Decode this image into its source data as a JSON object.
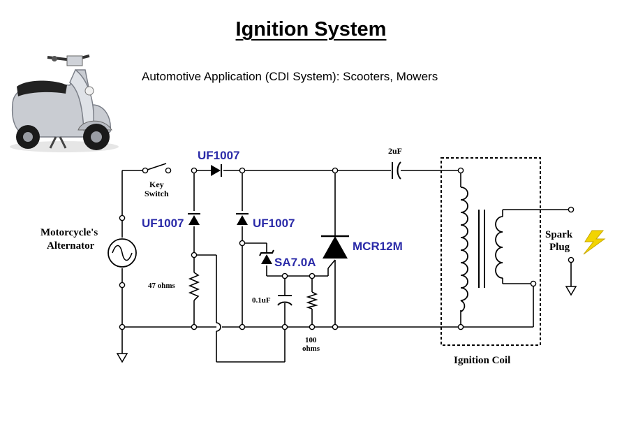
{
  "title": "Ignition System",
  "subtitle": "Automotive Application (CDI System): Scooters, Mowers",
  "labels": {
    "uf1007_top": "UF1007",
    "uf1007_left": "UF1007",
    "uf1007_mid": "UF1007",
    "mcr12m": "MCR12M",
    "sa70a": "SA7.0A",
    "cap_2uf": "2uF",
    "cap_01uf": "0.1uF",
    "ohms47": "47 ohms",
    "ohms100_a": "100",
    "ohms100_b": "ohms",
    "key_a": "Key",
    "key_b": "Switch",
    "alt_a": "Motorcycle's",
    "alt_b": "Alternator",
    "spark_a": "Spark",
    "spark_b": "Plug",
    "coil": "Ignition Coil"
  },
  "colors": {
    "label_blue": "#2a2aa8",
    "spark_yellow": "#f2d400"
  },
  "icons": [
    "scooter-image",
    "spark-bolt-icon",
    "ground-icon"
  ]
}
